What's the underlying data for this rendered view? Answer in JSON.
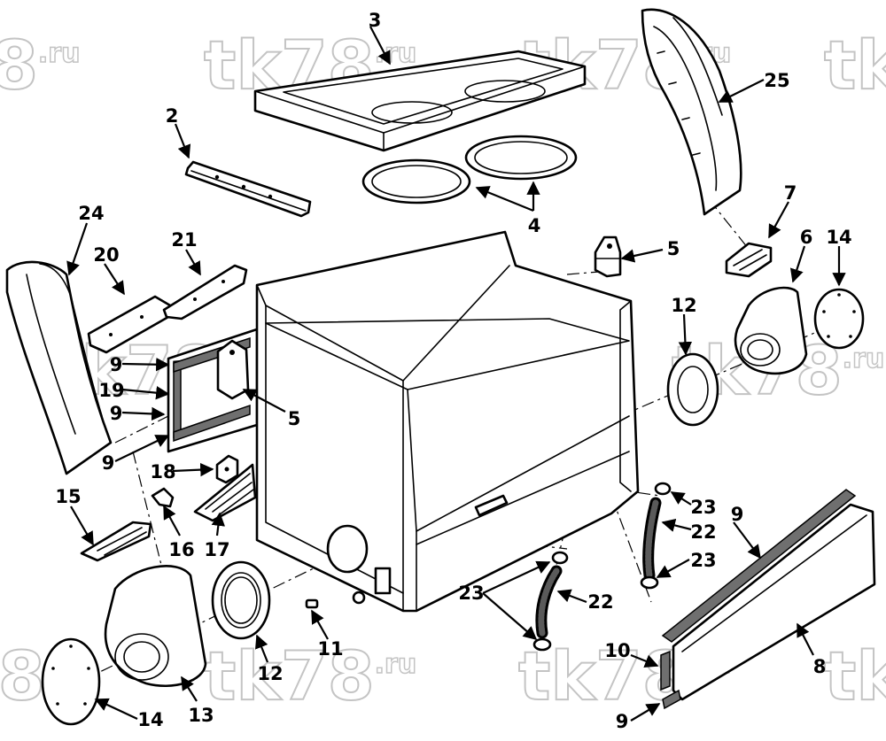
{
  "watermark": {
    "main": "tk78",
    "suffix": ".ru",
    "edge_main": "8",
    "edge_left_main": "78",
    "edge_right_main": "tk"
  },
  "callouts": {
    "c1": "3",
    "c2": "2",
    "c3": "25",
    "c4": "4",
    "c5": "24",
    "c6": "20",
    "c7": "21",
    "c8": "5",
    "c9": "7",
    "c10": "6",
    "c11": "14",
    "c12": "12",
    "c13": "9",
    "c14": "19",
    "c15": "9",
    "c16": "5",
    "c17": "9",
    "c18": "18",
    "c19": "15",
    "c20": "16",
    "c21": "17",
    "c22": "23",
    "c23": "22",
    "c24": "23",
    "c25": "9",
    "c26": "23",
    "c27": "22",
    "c28": "11",
    "c29": "12",
    "c30": "14",
    "c31": "13",
    "c32": "10",
    "c33": "8",
    "c34": "9"
  }
}
